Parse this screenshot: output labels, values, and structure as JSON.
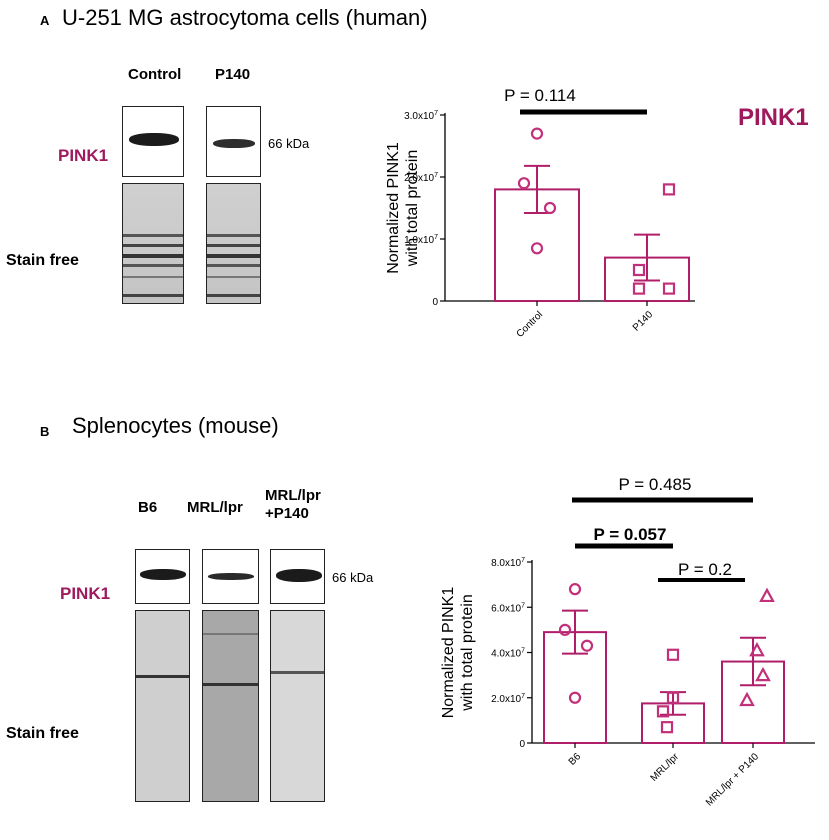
{
  "panelA": {
    "letter": "A",
    "title": "U-251 MG astrocytoma cells (human)",
    "lanes": [
      "Control",
      "P140"
    ],
    "protein_label": "PINK1",
    "kda": "66 kDa",
    "stain_label": "Stain free",
    "side_label": "PINK1",
    "pvalue": "P = 0.114"
  },
  "panelB": {
    "letter": "B",
    "title": "Splenocytes (mouse)",
    "lanes": [
      "B6",
      "MRL/lpr",
      "MRL/lpr\n+P140"
    ],
    "protein_label": "PINK1",
    "kda": "66 kDa",
    "stain_label": "Stain free",
    "pvalue_top": "P = 0.485",
    "pvalue_mid": "P = 0.057",
    "pvalue_low": "P = 0.2"
  },
  "colors": {
    "bar": "#b01e6a",
    "marker": "#c2307a",
    "text_pink": "#9e1a5c"
  },
  "chart_data": [
    {
      "type": "bar",
      "categories": [
        "Control",
        "P140"
      ],
      "values": [
        18000000.0,
        7000000.0
      ],
      "errors": [
        3800000.0,
        3700000.0
      ],
      "points": [
        [
          27000000.0,
          19000000.0,
          15000000.0,
          8500000.0
        ],
        [
          18000000.0,
          5000000.0,
          2000000.0,
          2000000.0
        ]
      ],
      "markers": [
        "circle",
        "square"
      ],
      "ylabel": "Normalized PINK1\nwith total protein",
      "ylim": [
        0,
        30000000.0
      ],
      "yticks": [
        0,
        10000000.0,
        20000000.0,
        30000000.0
      ],
      "ytick_labels": [
        "0",
        "1.0x10^7",
        "2.0x10^7",
        "3.0x10^7"
      ]
    },
    {
      "type": "bar",
      "categories": [
        "B6",
        "MRL/lpr",
        "MRL/lpr + P140"
      ],
      "values": [
        49000000.0,
        17500000.0,
        36000000.0
      ],
      "errors": [
        9500000.0,
        5000000.0,
        10500000.0
      ],
      "points": [
        [
          68000000.0,
          50000000.0,
          43000000.0,
          20000000.0
        ],
        [
          39000000.0,
          20000000.0,
          14000000.0,
          7000000.0
        ],
        [
          65000000.0,
          41000000.0,
          30000000.0,
          19000000.0
        ]
      ],
      "markers": [
        "circle",
        "square",
        "triangle"
      ],
      "ylabel": "Normalized PINK1\nwith total protein",
      "ylim": [
        0,
        80000000.0
      ],
      "yticks": [
        0,
        20000000.0,
        40000000.0,
        60000000.0,
        80000000.0
      ],
      "ytick_labels": [
        "0",
        "2.0x10^7",
        "4.0x10^7",
        "6.0x10^7",
        "8.0x10^7"
      ]
    }
  ]
}
